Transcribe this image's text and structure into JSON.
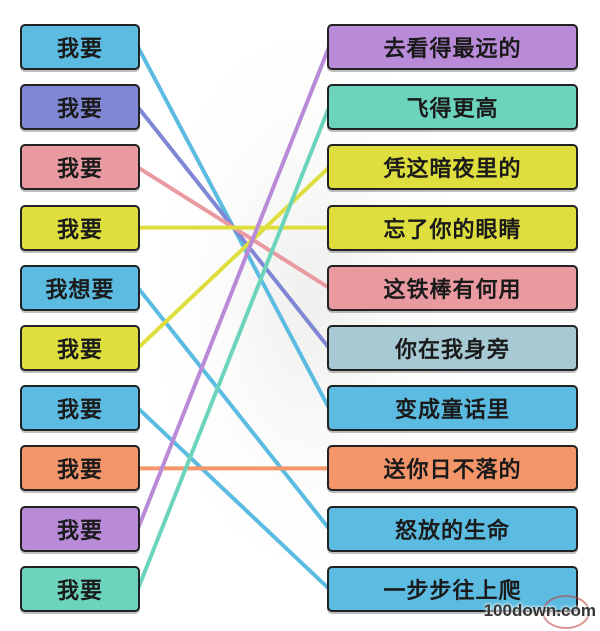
{
  "game": {
    "left_items": [
      {
        "label": "我要",
        "color": "#5bbbe0"
      },
      {
        "label": "我要",
        "color": "#8088d6"
      },
      {
        "label": "我要",
        "color": "#e99aa0"
      },
      {
        "label": "我要",
        "color": "#dede3e"
      },
      {
        "label": "我想要",
        "color": "#5bbbe0"
      },
      {
        "label": "我要",
        "color": "#dede3e"
      },
      {
        "label": "我要",
        "color": "#5bbbe0"
      },
      {
        "label": "我要",
        "color": "#f4956a"
      },
      {
        "label": "我要",
        "color": "#b88ad8"
      },
      {
        "label": "我要",
        "color": "#6cd4bc"
      }
    ],
    "right_items": [
      {
        "label": "去看得最远的",
        "color": "#b88ad8"
      },
      {
        "label": "飞得更高",
        "color": "#6cd4bc"
      },
      {
        "label": "凭这暗夜里的",
        "color": "#dede3e"
      },
      {
        "label": "忘了你的眼睛",
        "color": "#dede3e"
      },
      {
        "label": "这铁棒有何用",
        "color": "#e99aa0"
      },
      {
        "label": "你在我身旁",
        "color": "#a6c9d4"
      },
      {
        "label": "变成童话里",
        "color": "#5bbbe0"
      },
      {
        "label": "送你日不落的",
        "color": "#f4956a"
      },
      {
        "label": "怒放的生命",
        "color": "#5bbbe0"
      },
      {
        "label": "一步步往上爬",
        "color": "#5bbbe0"
      }
    ],
    "connections": [
      {
        "from": 0,
        "to": 6,
        "color": "#5bbbe0"
      },
      {
        "from": 1,
        "to": 5,
        "color": "#7f86d4"
      },
      {
        "from": 2,
        "to": 4,
        "color": "#e99aa0"
      },
      {
        "from": 3,
        "to": 3,
        "color": "#dede3e"
      },
      {
        "from": 4,
        "to": 8,
        "color": "#5bbbe0"
      },
      {
        "from": 5,
        "to": 2,
        "color": "#dede3e"
      },
      {
        "from": 6,
        "to": 9,
        "color": "#5bbbe0"
      },
      {
        "from": 7,
        "to": 7,
        "color": "#f4956a"
      },
      {
        "from": 8,
        "to": 0,
        "color": "#b88ad8"
      },
      {
        "from": 9,
        "to": 1,
        "color": "#6cd4bc"
      }
    ]
  },
  "watermark": "100down.com"
}
